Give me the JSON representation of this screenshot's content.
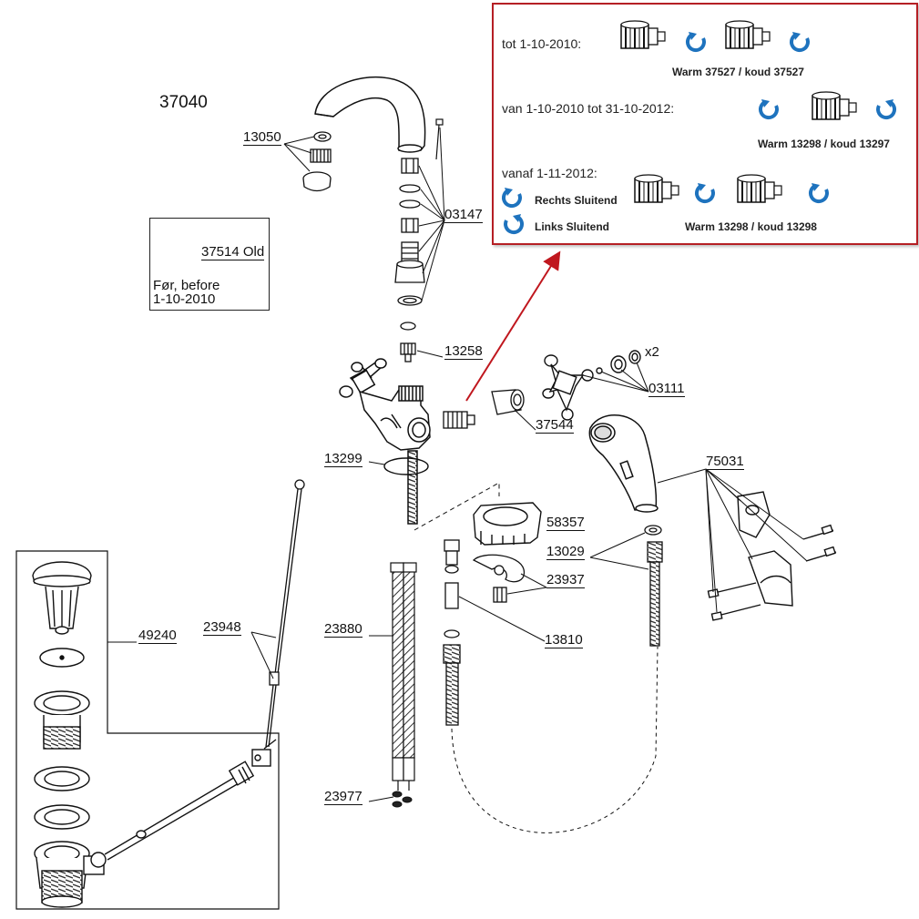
{
  "model_number": "37040",
  "labels": {
    "p13050": "13050",
    "p03147": "03147",
    "p13258": "13258",
    "p03111": "03111",
    "x2": "x2",
    "p37544": "37544",
    "p13299": "13299",
    "p75031": "75031",
    "p58357": "58357",
    "p13029": "13029",
    "p23937": "23937",
    "p13810": "13810",
    "p49240": "49240",
    "p23948": "23948",
    "p23880": "23880",
    "p23977": "23977"
  },
  "note_box": {
    "part": "37514 Old",
    "line1": "Før, before",
    "line2": "1-10-2010"
  },
  "info_panel": {
    "border_color": "#b51f24",
    "icon_color": "#1e73be",
    "row1": {
      "label": "tot 1-10-2010:",
      "caption": "Warm 37527 / koud 37527"
    },
    "row2": {
      "label": "van 1-10-2010 tot 31-10-2012:",
      "caption": "Warm 13298 / koud 13297"
    },
    "row3": {
      "label": "vanaf 1-11-2012:",
      "caption": "Warm 13298 / koud 13298",
      "legend_right": "Rechts Sluitend",
      "legend_left": "Links Sluitend"
    }
  },
  "colors": {
    "line": "#111111",
    "arrow": "#c0171e"
  }
}
